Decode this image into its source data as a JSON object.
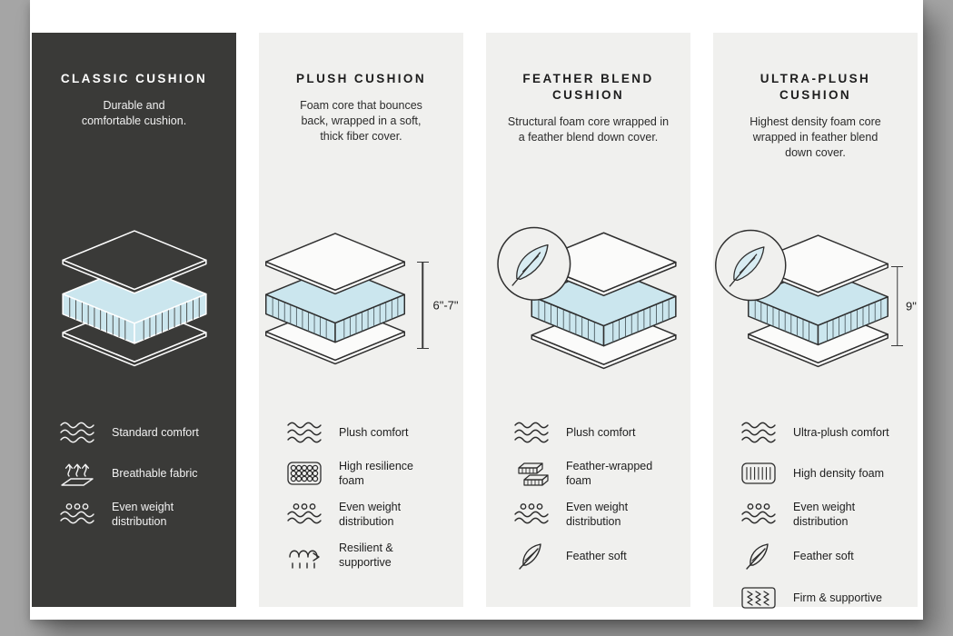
{
  "page": {
    "background_color": "#a5a5a5",
    "card_color": "#ffffff"
  },
  "colors": {
    "dark_column_bg": "#3a3a38",
    "light_column_bg": "#f0f0ee",
    "foam_blue": "#cbe6ee",
    "dark_text": "#1d1d1d",
    "light_text": "#f5f5f5"
  },
  "columns": [
    {
      "title": "CLASSIC CUSHION",
      "description": "Durable and\ncomfortable cushion.",
      "theme": "dark",
      "feather_badge": false,
      "measurement": "",
      "features": [
        {
          "icon": "waves-icon",
          "label": "Standard comfort"
        },
        {
          "icon": "breathable-fabric-icon",
          "label": "Breathable fabric"
        },
        {
          "icon": "even-weight-icon",
          "label": "Even weight\ndistribution"
        }
      ]
    },
    {
      "title": "PLUSH CUSHION",
      "description": "Foam core that bounces\nback, wrapped in a soft,\nthick fiber cover.",
      "theme": "light",
      "feather_badge": false,
      "measurement": "6\"-7\"",
      "features": [
        {
          "icon": "waves-icon",
          "label": "Plush comfort"
        },
        {
          "icon": "foam-cells-icon",
          "label": "High resilience\nfoam"
        },
        {
          "icon": "even-weight-icon",
          "label": "Even weight\ndistribution"
        },
        {
          "icon": "spring-arrow-icon",
          "label": "Resilient &\nsupportive"
        }
      ]
    },
    {
      "title": "FEATHER BLEND\nCUSHION",
      "description": "Structural foam core wrapped in\na feather blend down cover.",
      "theme": "light",
      "feather_badge": true,
      "measurement": "",
      "features": [
        {
          "icon": "waves-icon",
          "label": "Plush comfort"
        },
        {
          "icon": "foam-bricks-icon",
          "label": "Feather-wrapped\nfoam"
        },
        {
          "icon": "even-weight-icon",
          "label": "Even weight\ndistribution"
        },
        {
          "icon": "feather-icon",
          "label": "Feather soft"
        }
      ]
    },
    {
      "title": "ULTRA-PLUSH\nCUSHION",
      "description": "Highest density foam core\nwrapped in feather blend\ndown cover.",
      "theme": "light",
      "feather_badge": true,
      "measurement": "9\"",
      "features": [
        {
          "icon": "waves-icon",
          "label": "Ultra-plush comfort"
        },
        {
          "icon": "dense-foam-icon",
          "label": "High density foam"
        },
        {
          "icon": "even-weight-icon",
          "label": "Even weight\ndistribution"
        },
        {
          "icon": "feather-icon",
          "label": "Feather soft"
        },
        {
          "icon": "coil-springs-icon",
          "label": "Firm & supportive"
        }
      ]
    }
  ]
}
